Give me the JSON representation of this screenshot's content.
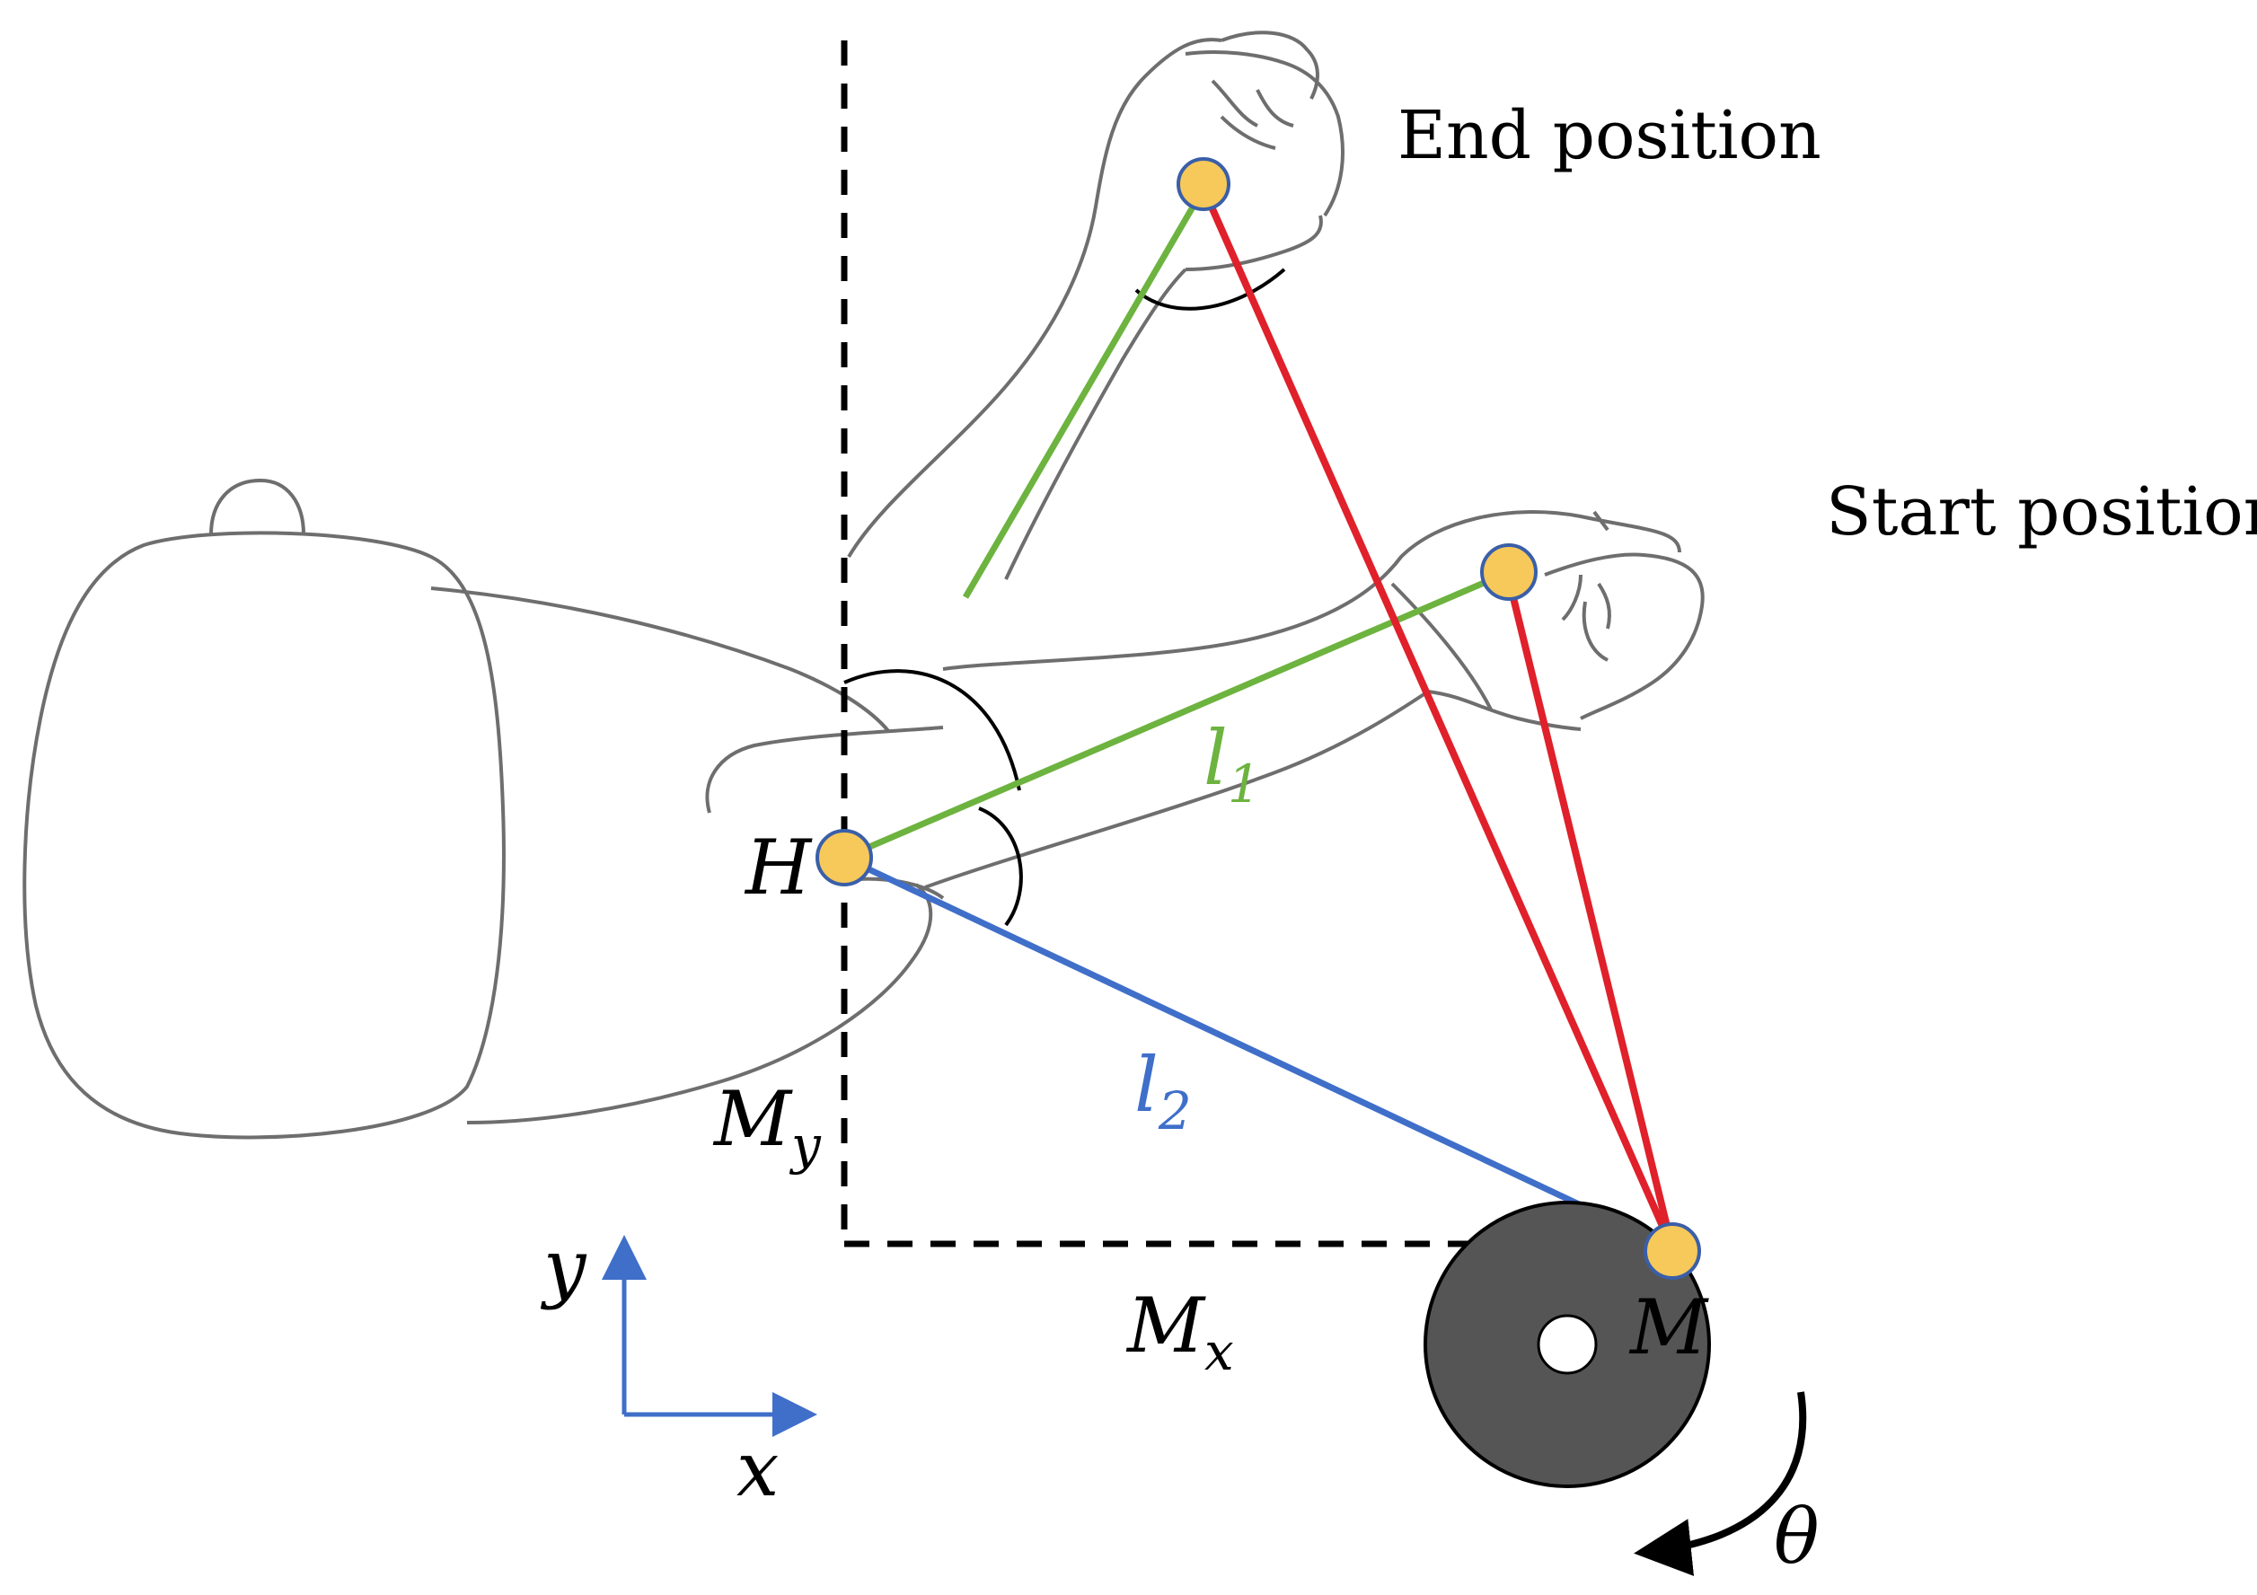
{
  "labels": {
    "end_position": "End position",
    "start_position": "Start position",
    "l1": "l",
    "l1_sub": "1",
    "l2": "l",
    "l2_sub": "2",
    "H": "H",
    "M": "M",
    "My": "M",
    "My_sub": "y",
    "Mx": "M",
    "Mx_sub": "x",
    "axis_y": "y",
    "axis_x": "x",
    "theta": "θ"
  },
  "colors": {
    "outline": "#6e6e6e",
    "dashed": "#000000",
    "forearm_link_l1": "#6db33f",
    "link_l2": "#3f6fc9",
    "cable": "#e0202a",
    "joint_fill": "#f7c85a",
    "joint_stroke": "#3a5fa8",
    "axis_arrows": "#3f6fc9",
    "disc": "#555555"
  }
}
